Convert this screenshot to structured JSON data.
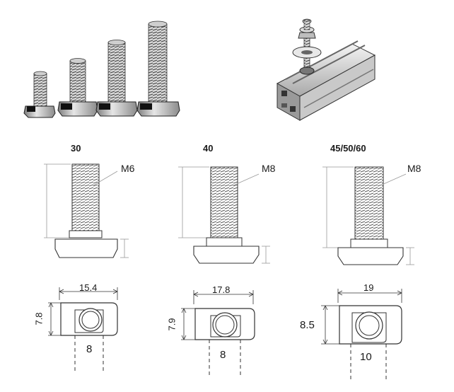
{
  "columns": [
    {
      "series": "30",
      "thread": "M6",
      "head_width": "15.4",
      "head_height": "7.8",
      "slot_width": "8"
    },
    {
      "series": "40",
      "thread": "M8",
      "head_width": "17.8",
      "head_height": "7.9",
      "slot_width": "8"
    },
    {
      "series": "45/50/60",
      "thread": "M8",
      "head_width": "19",
      "head_height": "8.5",
      "slot_width": "10"
    }
  ]
}
